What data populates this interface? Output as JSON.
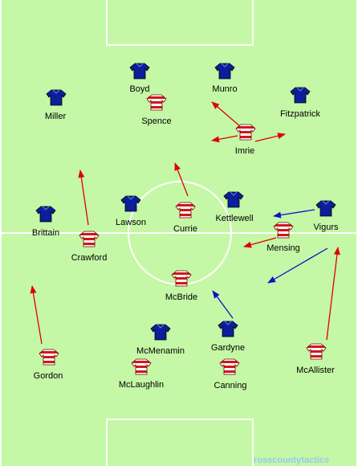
{
  "colors": {
    "grass": "#c4f7a6",
    "lines": "#ffffff",
    "blue_kit": "#0b1f9a",
    "red_stripe": "#d01818",
    "white_stripe": "#ffffff",
    "red_arrow": "#e00000",
    "blue_arrow": "#1010c8",
    "watermark": "#98c8f0"
  },
  "shirt_icon": "football-shirt-icon",
  "blue_team": [
    {
      "name": "Boyd"
    },
    {
      "name": "Munro"
    },
    {
      "name": "Miller"
    },
    {
      "name": "Fitzpatrick"
    },
    {
      "name": "Lawson"
    },
    {
      "name": "Kettlewell"
    },
    {
      "name": "Brittain"
    },
    {
      "name": "Vigurs"
    },
    {
      "name": "McMenamin"
    },
    {
      "name": "Gardyne"
    }
  ],
  "red_team": [
    {
      "name": "Spence"
    },
    {
      "name": "Imrie"
    },
    {
      "name": "Currie"
    },
    {
      "name": "Crawford"
    },
    {
      "name": "Mensing"
    },
    {
      "name": "McBride"
    },
    {
      "name": "Gordon"
    },
    {
      "name": "McLaughlin"
    },
    {
      "name": "Canning"
    },
    {
      "name": "McAllister"
    }
  ],
  "watermark": "rosscountytactics"
}
